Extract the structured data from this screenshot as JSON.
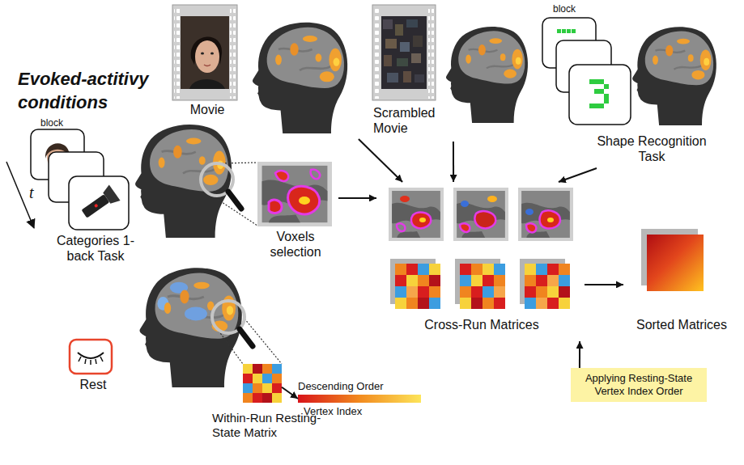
{
  "diagram": {
    "title": "Evoked-actitivy conditions",
    "nodes": [
      {
        "text": [
          "Movie"
        ]
      },
      {
        "text": [
          "Scrambled Movie"
        ]
      },
      {
        "text": [
          "Shape Recognition Task"
        ]
      },
      {
        "text": [
          "Categories 1-back Task"
        ]
      },
      {
        "text": [
          "Voxels selection"
        ]
      },
      {
        "text": [
          "Cross-Run Matrices"
        ]
      },
      {
        "text": [
          "Sorted Matrices"
        ]
      },
      {
        "text": [
          "Rest"
        ]
      },
      {
        "text": [
          "Within-Run Resting-State Matrix"
        ]
      },
      {
        "text": [
          "Descending Order",
          "Vertex Index"
        ]
      },
      {
        "text": [
          "Applying Resting-State Vertex Index Order"
        ]
      }
    ],
    "edges": [
      {
        "from": 0,
        "to": 5,
        "arrow": "to"
      },
      {
        "from": 1,
        "to": 5,
        "arrow": "to"
      },
      {
        "from": 2,
        "to": 5,
        "arrow": "to"
      },
      {
        "from": 4,
        "to": 5,
        "arrow": "to"
      },
      {
        "from": 5,
        "to": 6,
        "arrow": "to"
      },
      {
        "from": 8,
        "to": 9,
        "arrow": "to"
      },
      {
        "from": 10,
        "to": 5,
        "arrow": "to"
      }
    ],
    "labels": [
      "block",
      "block",
      "t"
    ]
  }
}
